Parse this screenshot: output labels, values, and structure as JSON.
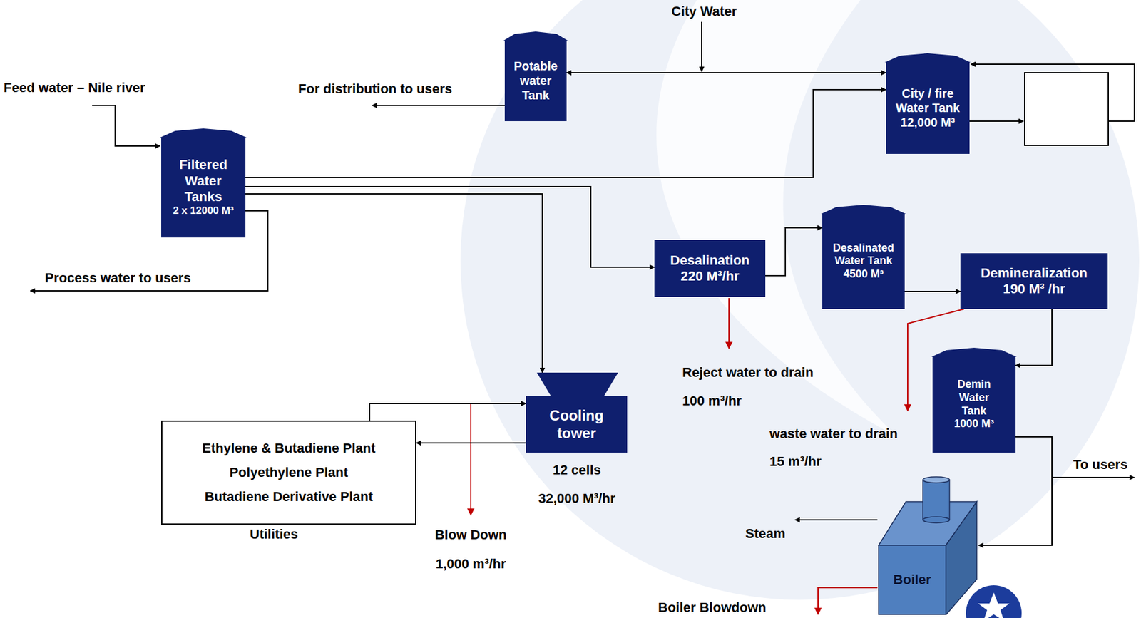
{
  "diagram": {
    "nodes": [
      {
        "text": [
          "Potable water Tank"
        ]
      },
      {
        "text": [
          "City / fire Water Tank",
          "12,000 M³"
        ]
      },
      {
        "text": [
          "Filtered Water Tanks",
          "2 x 12000 M³"
        ]
      },
      {
        "text": [
          "Desalination",
          "220 M³/hr"
        ]
      },
      {
        "text": [
          "Desalinated Water Tank",
          "4500 M³"
        ]
      },
      {
        "text": [
          "Demineralization",
          "190 M³ /hr"
        ]
      },
      {
        "text": [
          "Demin Water Tank",
          "1000 M³"
        ]
      },
      {
        "text": [
          "Cooling tower"
        ]
      },
      {
        "text": [
          "Ethylene & Butadiene Plant",
          "Polyethylene Plant",
          "Butadiene Derivative Plant"
        ]
      },
      {
        "text": [
          "Boiler"
        ]
      }
    ],
    "edges": [
      {
        "from": 0,
        "to": 1,
        "arrow": "both"
      },
      {
        "from": 2,
        "to": 1,
        "arrow": "to"
      },
      {
        "from": 2,
        "to": 3,
        "arrow": "to"
      },
      {
        "from": 2,
        "to": 7,
        "arrow": "to"
      },
      {
        "from": 3,
        "to": 4,
        "arrow": "to"
      },
      {
        "from": 4,
        "to": 5,
        "arrow": "to"
      },
      {
        "from": 5,
        "to": 6,
        "arrow": "to"
      },
      {
        "from": 6,
        "to": 9,
        "arrow": "to"
      },
      {
        "from": 7,
        "to": 8,
        "arrow": "to"
      },
      {
        "from": 8,
        "to": 7,
        "arrow": "to"
      }
    ],
    "labels": [
      "City Water",
      "Feed water – Nile river",
      "For distribution to users",
      "Process water to users",
      "Reject water to drain",
      "100 m³/hr",
      "waste water to drain",
      "15 m³/hr",
      "12 cells",
      "32,000 M³/hr",
      "Blow Down",
      "1,000 m³/hr",
      "Utilities",
      "To users",
      "Steam",
      "Boiler Blowdown"
    ]
  }
}
